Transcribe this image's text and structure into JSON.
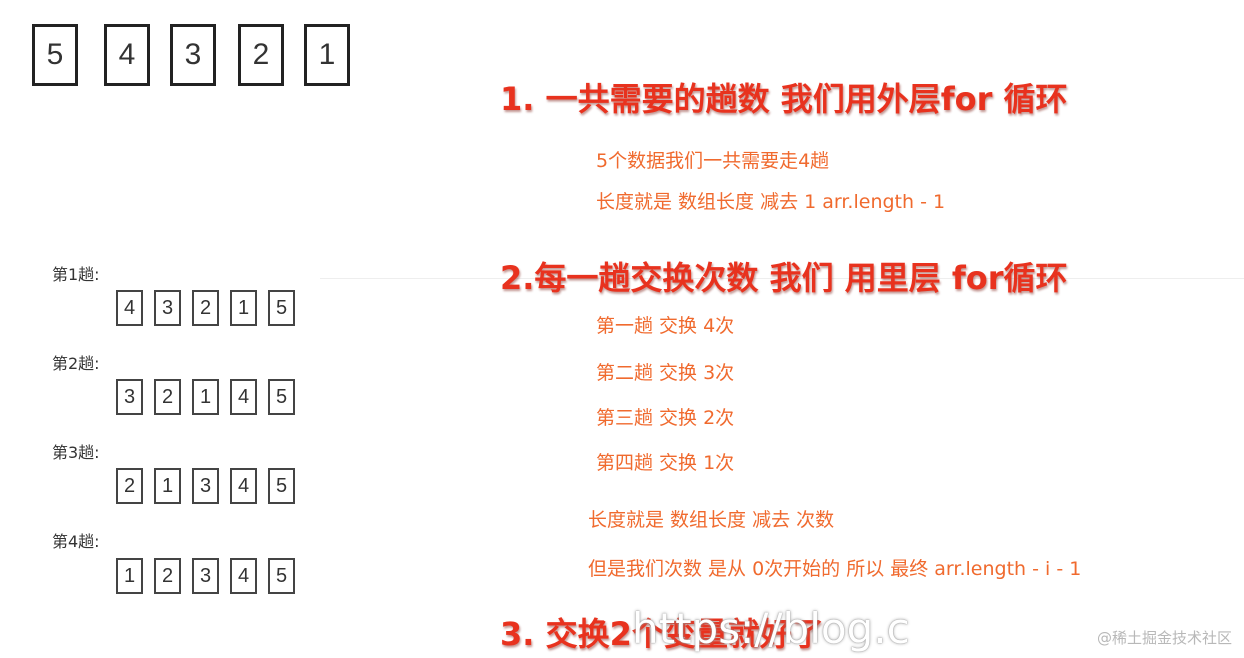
{
  "top_numbers": [
    "5",
    "4",
    "3",
    "2",
    "1"
  ],
  "passes": [
    {
      "label": "第1趟:",
      "values": [
        "4",
        "3",
        "2",
        "1",
        "5"
      ]
    },
    {
      "label": "第2趟:",
      "values": [
        "3",
        "2",
        "1",
        "4",
        "5"
      ]
    },
    {
      "label": "第3趟:",
      "values": [
        "2",
        "1",
        "3",
        "4",
        "5"
      ]
    },
    {
      "label": "第4趟:",
      "values": [
        "1",
        "2",
        "3",
        "4",
        "5"
      ]
    }
  ],
  "section1": {
    "heading": "1. 一共需要的趟数 我们用外层for 循环",
    "lines": [
      "5个数据我们一共需要走4趟",
      "长度就是 数组长度 减去 1   arr.length - 1"
    ]
  },
  "section2": {
    "heading": "2.每一趟交换次数 我们 用里层 for循环",
    "lines": [
      "第一趟 交换 4次",
      "第二趟 交换 3次",
      "第三趟 交换 2次",
      "第四趟 交换 1次",
      "长度就是 数组长度 减去  次数",
      "但是我们次数 是从 0次开始的    所以  最终   arr.length - i - 1"
    ]
  },
  "section3": {
    "heading": "3. 交换2个变量就好了"
  },
  "overlay_url": "https://blog.c",
  "watermark": "@稀土掘金技术社区"
}
